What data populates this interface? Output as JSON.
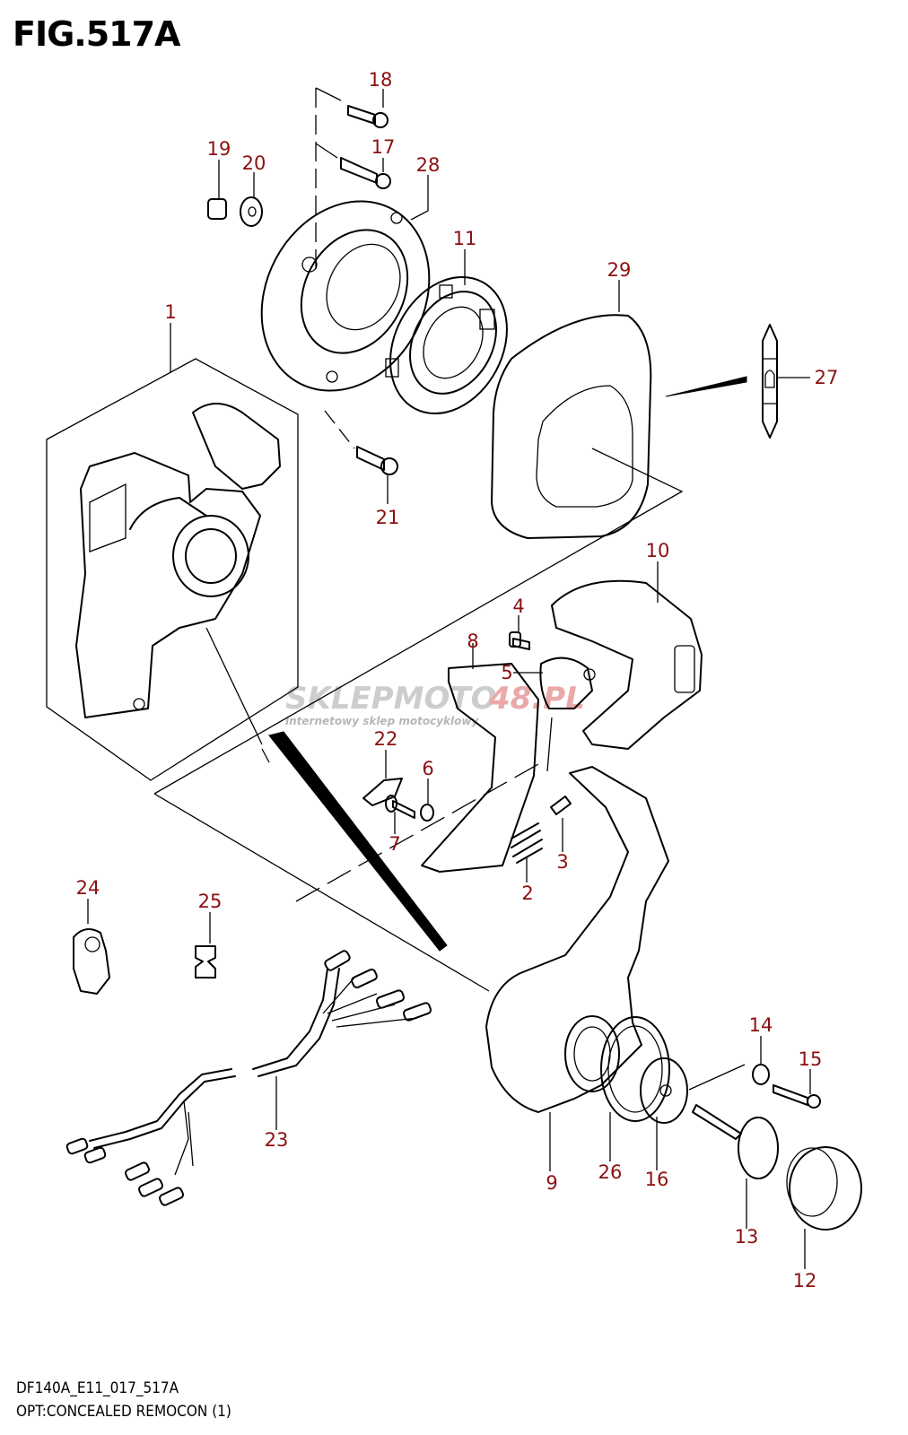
{
  "figure": {
    "title": "FIG.517A",
    "code": "DF140A_E11_017_517A",
    "description": "OPT:CONCEALED REMOCON (1)"
  },
  "watermark": {
    "brand_prefix": "SKLEPMOTO",
    "brand_suffix": "48.PL",
    "tagline": "internetowy sklep motocyklowy"
  },
  "callouts": {
    "c1": "1",
    "c2": "2",
    "c3": "3",
    "c4": "4",
    "c5": "5",
    "c6": "6",
    "c7": "7",
    "c8": "8",
    "c9": "9",
    "c10": "10",
    "c11": "11",
    "c12": "12",
    "c13": "13",
    "c14": "14",
    "c15": "15",
    "c16": "16",
    "c17": "17",
    "c18": "18",
    "c19": "19",
    "c20": "20",
    "c21": "21",
    "c22": "22",
    "c23": "23",
    "c24": "24",
    "c25": "25",
    "c26": "26",
    "c27": "27",
    "c28": "28",
    "c29": "29"
  },
  "colors": {
    "callout": "#8b1010",
    "watermark_prefix": "#c8c8c8",
    "watermark_suffix": "#e8a0a0"
  }
}
